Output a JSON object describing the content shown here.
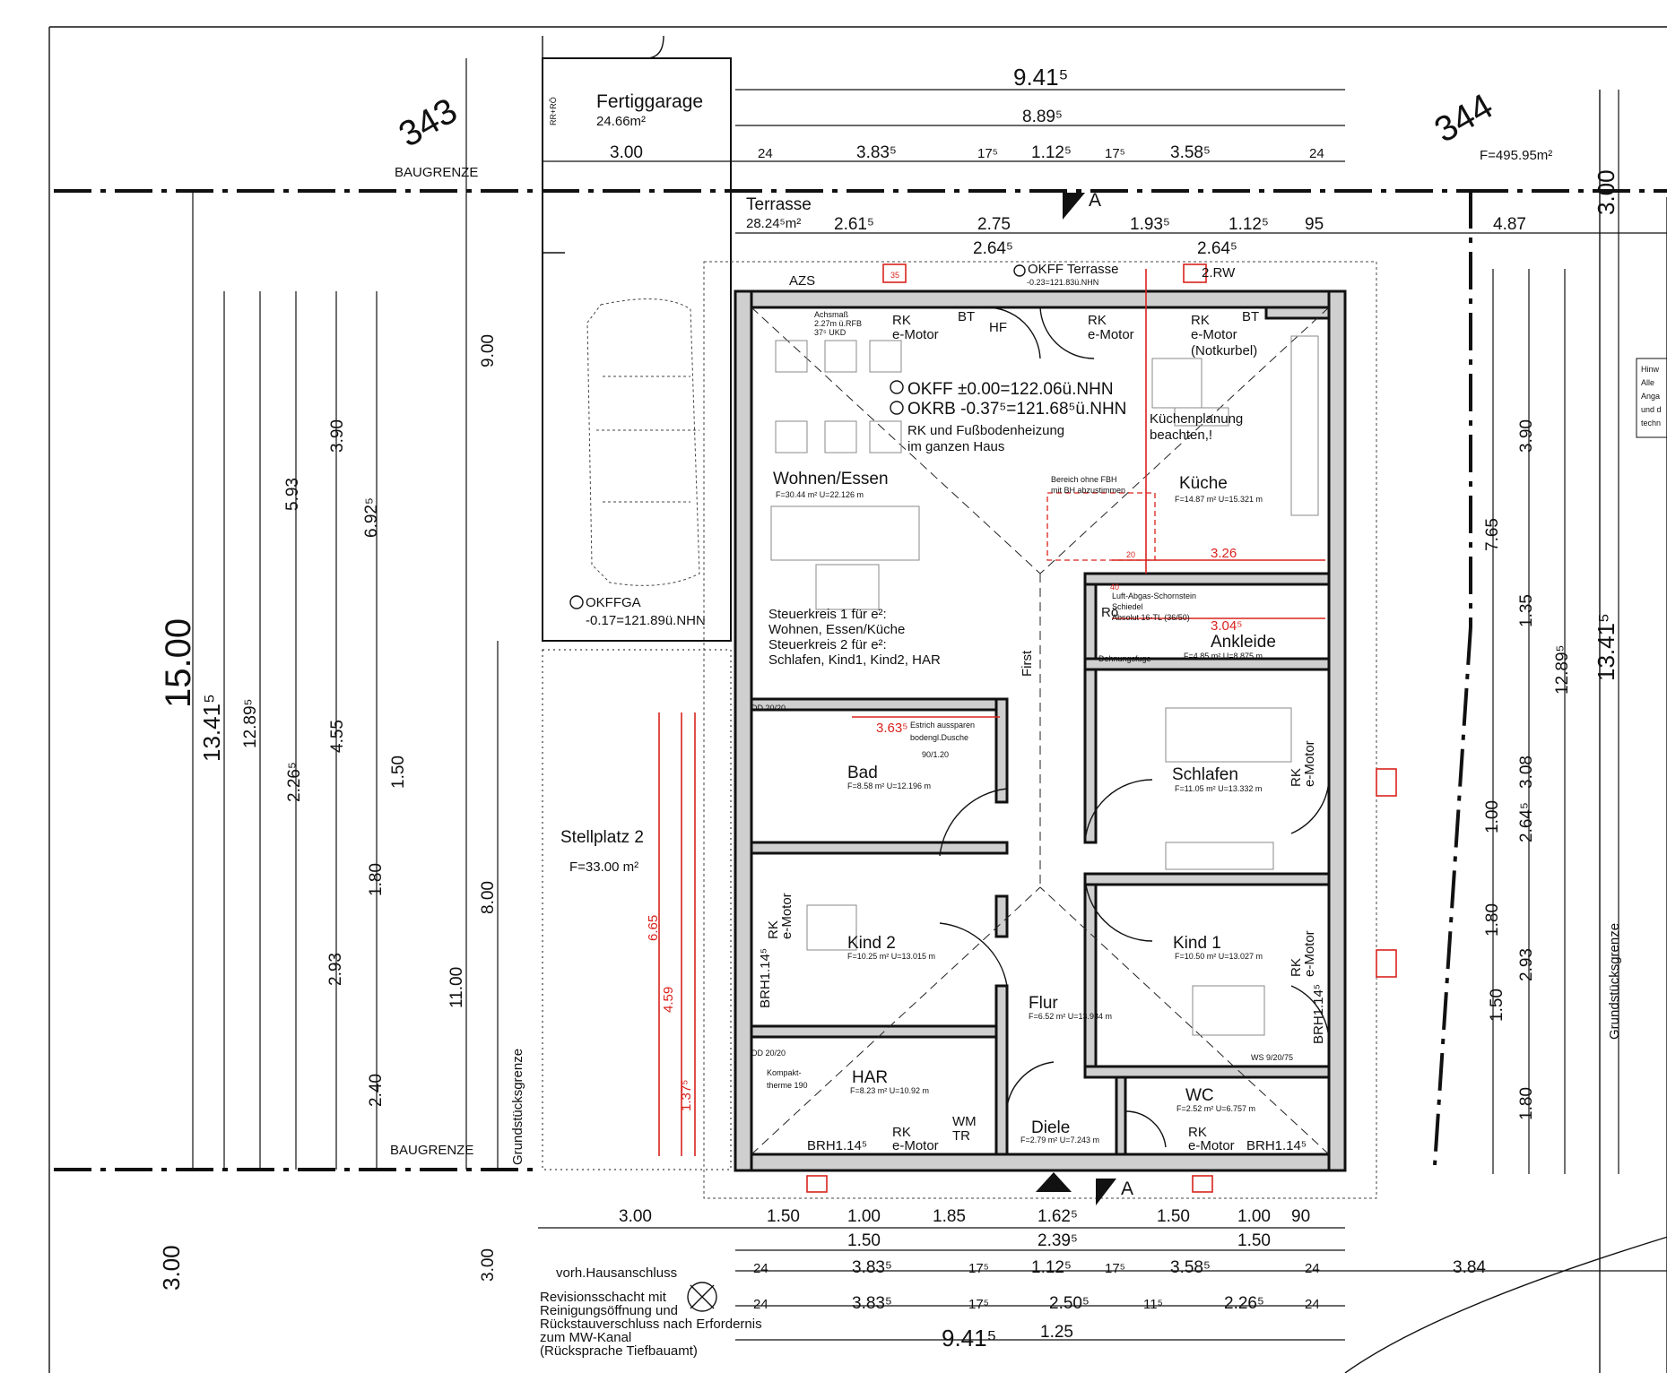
{
  "lots": {
    "left": "343",
    "right": "344",
    "right_area": "F=495.95m²"
  },
  "boundaries": {
    "baugrenze_top": "BAUGRENZE",
    "baugrenze_bottom": "BAUGRENZE",
    "grundstuecksgrenze_left": "Grundstücksgrenze",
    "grundstuecksgrenze_right": "Grundstücksgrenze"
  },
  "garage": {
    "title": "Fertiggarage",
    "area": "24.66m²",
    "rr": "RR+RÖ",
    "okffga": "OKFFGA",
    "okffga_value": "-0.17=121.89ü.NHN"
  },
  "stellplatz": {
    "title": "Stellplatz 2",
    "area": "F=33.00 m²"
  },
  "terrasse": {
    "title": "Terrasse",
    "area": "28.24⁵m²",
    "okff_label": "OKFF Terrasse",
    "okff_value": "-0.23=121.83ü.NHN"
  },
  "levels": {
    "okff": "OKFF ±0.00=122.06ü.NHN",
    "okrb": "OKRB -0.37⁵=121.68⁵ü.NHN",
    "heating_1": "RK und Fußbodenheizung",
    "heating_2": "im ganzen Haus"
  },
  "steuerkreis": [
    "Steuerkreis 1 für e²:",
    "Wohnen, Essen/Küche",
    "Steuerkreis 2 für e²:",
    "Schlafen, Kind1, Kind2, HAR"
  ],
  "rooms": {
    "wohnen": {
      "name": "Wohnen/Essen",
      "area": "F=30.44 m² U=22.126 m"
    },
    "kueche": {
      "name": "Küche",
      "area": "F=14.87 m² U=15.321 m",
      "note_1": "Küchenplanung",
      "note_2": "beachten,!"
    },
    "ankleide": {
      "name": "Ankleide",
      "area": "F=4.85 m² U=8.875 m"
    },
    "schlafen": {
      "name": "Schlafen",
      "area": "F=11.05 m² U=13.332 m"
    },
    "bad": {
      "name": "Bad",
      "area": "F=8.58 m² U=12.196 m"
    },
    "kind2": {
      "name": "Kind 2",
      "area": "F=10.25 m² U=13.015 m"
    },
    "kind1": {
      "name": "Kind 1",
      "area": "F=10.50 m² U=13.027 m"
    },
    "flur": {
      "name": "Flur",
      "area": "F=6.52 m² U=13.934 m"
    },
    "har": {
      "name": "HAR",
      "area": "F=8.23 m² U=10.92 m"
    },
    "wc": {
      "name": "WC",
      "area": "F=2.52 m² U=6.757 m"
    },
    "diele": {
      "name": "Diele",
      "area": "F=2.79 m² U=7.243 m"
    }
  },
  "equipment": {
    "rk": "RK",
    "emotor": "e-Motor",
    "notkurbel": "(Notkurbel)",
    "bt": "BT",
    "hf": "HF",
    "azs": "AZS",
    "rw": "2.RW",
    "achsmass": "Achsmaß",
    "achsmass_val": "2.27m ü.RFB",
    "ukd": "37⁵ UKD",
    "schornstein_1": "Luft-Abgas-Schornstein",
    "schornstein_2": "Schiedel",
    "schornstein_3": "Absolut 16-TL (36/50)",
    "fbh_1": "Bereich ohne FBH",
    "fbh_2": "mit BH abzustimmen",
    "estrich_1": "Estrich aussparen",
    "estrich_2": "bodengl.Dusche",
    "estrich_3": "90/1.20",
    "kompakt_1": "Kompakt-",
    "kompakt_2": "therme 190",
    "wm": "WM",
    "tr": "TR",
    "dd": "DD 20/20",
    "brh": "BRH1.14⁵",
    "first": "First",
    "dehnungsfuge": "Dehnungsfuge",
    "ro": "Rö",
    "ws": "WS 9/20/75"
  },
  "top_dims": {
    "overall": "9.41⁵",
    "inner": "8.89⁵",
    "row3": [
      "3.00",
      "24",
      "3.83⁵",
      "17⁵",
      "1.12⁵",
      "17⁵",
      "3.58⁵",
      "24"
    ],
    "row4": [
      "2.61⁵",
      "2.75",
      "1.93⁵",
      "1.12⁵",
      "95",
      "4.87"
    ],
    "row5": [
      "2.64⁵",
      "2.64⁵"
    ]
  },
  "bottom_dims": {
    "row1": [
      "3.00",
      "1.50",
      "1.00",
      "1.85",
      "1.62⁵",
      "1.50",
      "1.00",
      "90"
    ],
    "row2": [
      "1.50",
      "2.39⁵",
      "1.50"
    ],
    "row3": [
      "24",
      "3.83⁵",
      "17⁵",
      "1.12⁵",
      "17⁵",
      "3.58⁵",
      "24",
      "3.84"
    ],
    "row4": [
      "24",
      "3.83⁵",
      "17⁵",
      "2.50⁵",
      "11⁵",
      "2.26⁵",
      "24"
    ],
    "overall": "9.41⁵",
    "sub": "1.25"
  },
  "left_dims": {
    "big": "15.00",
    "h1": "13.41⁵",
    "h2": "12.89⁵",
    "v_garage": "9.00",
    "v_stell": "8.00",
    "v_total": "11.00",
    "v_bottom": "3.00",
    "v_bottom2": "3.00",
    "col_a": [
      "5.93",
      "6.92⁵",
      "3.90",
      "4.55",
      "2.26⁵",
      "1.50",
      "1.80",
      "2.93",
      "2.40"
    ]
  },
  "right_dims": {
    "big": "13.41⁵",
    "h2": "12.89⁵",
    "col_a": [
      "3.90",
      "1.35",
      "3.08",
      "2.64⁵",
      "2.93",
      "1.50",
      "1.80"
    ],
    "col_b": [
      "7.65",
      "1.00",
      "1.80"
    ],
    "top": "3.00"
  },
  "hausanschluss": {
    "title": "vorh.Hausanschluss",
    "lines": [
      "Revisionsschacht mit",
      "Reinigungsöffnung und",
      "Rückstauverschluss nach Erfordernis",
      "zum MW-Kanal",
      "(Rücksprache Tiefbauamt)"
    ]
  },
  "section_mark": "A",
  "red_dims": [
    "3.26",
    "3.04⁵",
    "3.63⁵",
    "6.65",
    "4.59",
    "1.37⁵",
    "35",
    "40",
    "20"
  ],
  "hint_box": [
    "Hinw",
    "Alle",
    "Anga",
    "und d",
    "techn"
  ]
}
